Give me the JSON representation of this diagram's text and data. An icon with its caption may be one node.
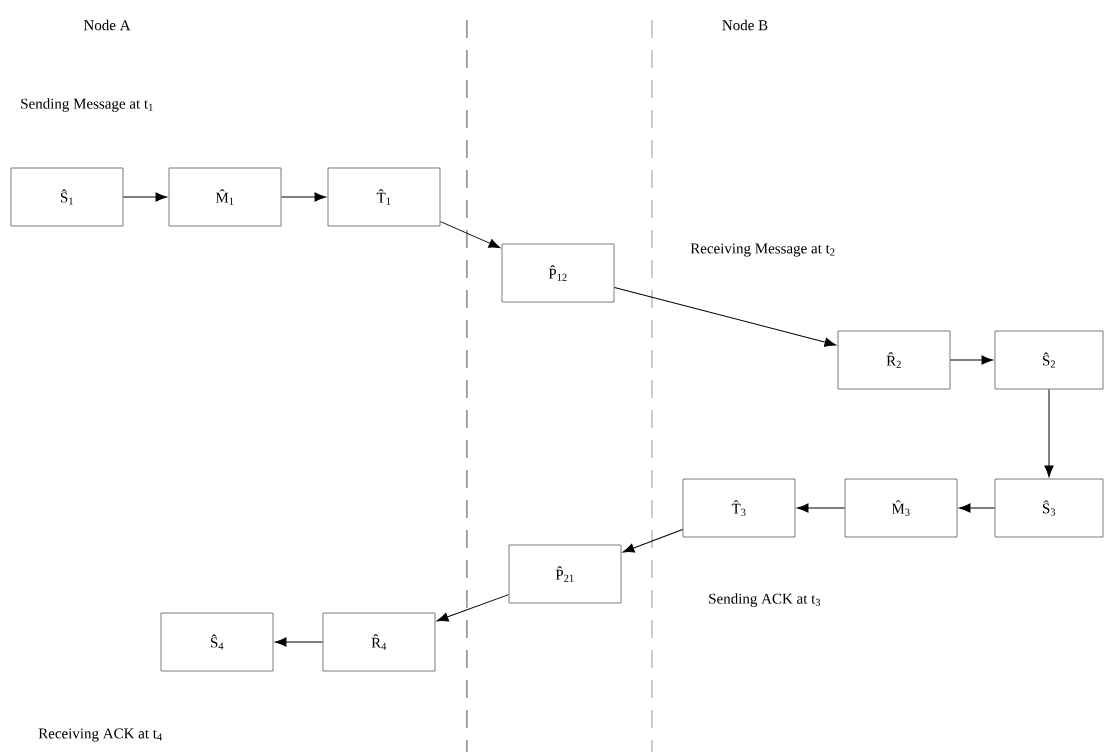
{
  "diagram": {
    "nodes": [
      {
        "text": [
          "Ŝ$_{1}$"
        ]
      },
      {
        "text": [
          "M̂$_{1}$"
        ]
      },
      {
        "text": [
          "T̂$_{1}$"
        ]
      },
      {
        "text": [
          "P̂$_{12}$"
        ]
      },
      {
        "text": [
          "R̂$_{2}$"
        ]
      },
      {
        "text": [
          "Ŝ$_{2}$"
        ]
      },
      {
        "text": [
          "Ŝ$_{3}$"
        ]
      },
      {
        "text": [
          "M̂$_{3}$"
        ]
      },
      {
        "text": [
          "T̂$_{3}$"
        ]
      },
      {
        "text": [
          "P̂$_{21}$"
        ]
      },
      {
        "text": [
          "R̂$_{4}$"
        ]
      },
      {
        "text": [
          "Ŝ$_{4}$"
        ]
      }
    ],
    "edges": [
      {
        "from": 0,
        "to": 1,
        "arrow": "to"
      },
      {
        "from": 1,
        "to": 2,
        "arrow": "to"
      },
      {
        "from": 2,
        "to": 3,
        "arrow": "to"
      },
      {
        "from": 3,
        "to": 4,
        "arrow": "to"
      },
      {
        "from": 4,
        "to": 5,
        "arrow": "to"
      },
      {
        "from": 5,
        "to": 6,
        "arrow": "to"
      },
      {
        "from": 6,
        "to": 7,
        "arrow": "to"
      },
      {
        "from": 7,
        "to": 8,
        "arrow": "to"
      },
      {
        "from": 8,
        "to": 9,
        "arrow": "to"
      },
      {
        "from": 9,
        "to": 10,
        "arrow": "to"
      },
      {
        "from": 10,
        "to": 11,
        "arrow": "to"
      }
    ],
    "labels": [
      "Node A",
      "Node B",
      "Sending Message at t$_{1}$",
      "Receiving Message at t$_{2}$",
      "Sending ACK at t$_{3}$",
      "Receiving ACK at t$_{4}$"
    ]
  }
}
